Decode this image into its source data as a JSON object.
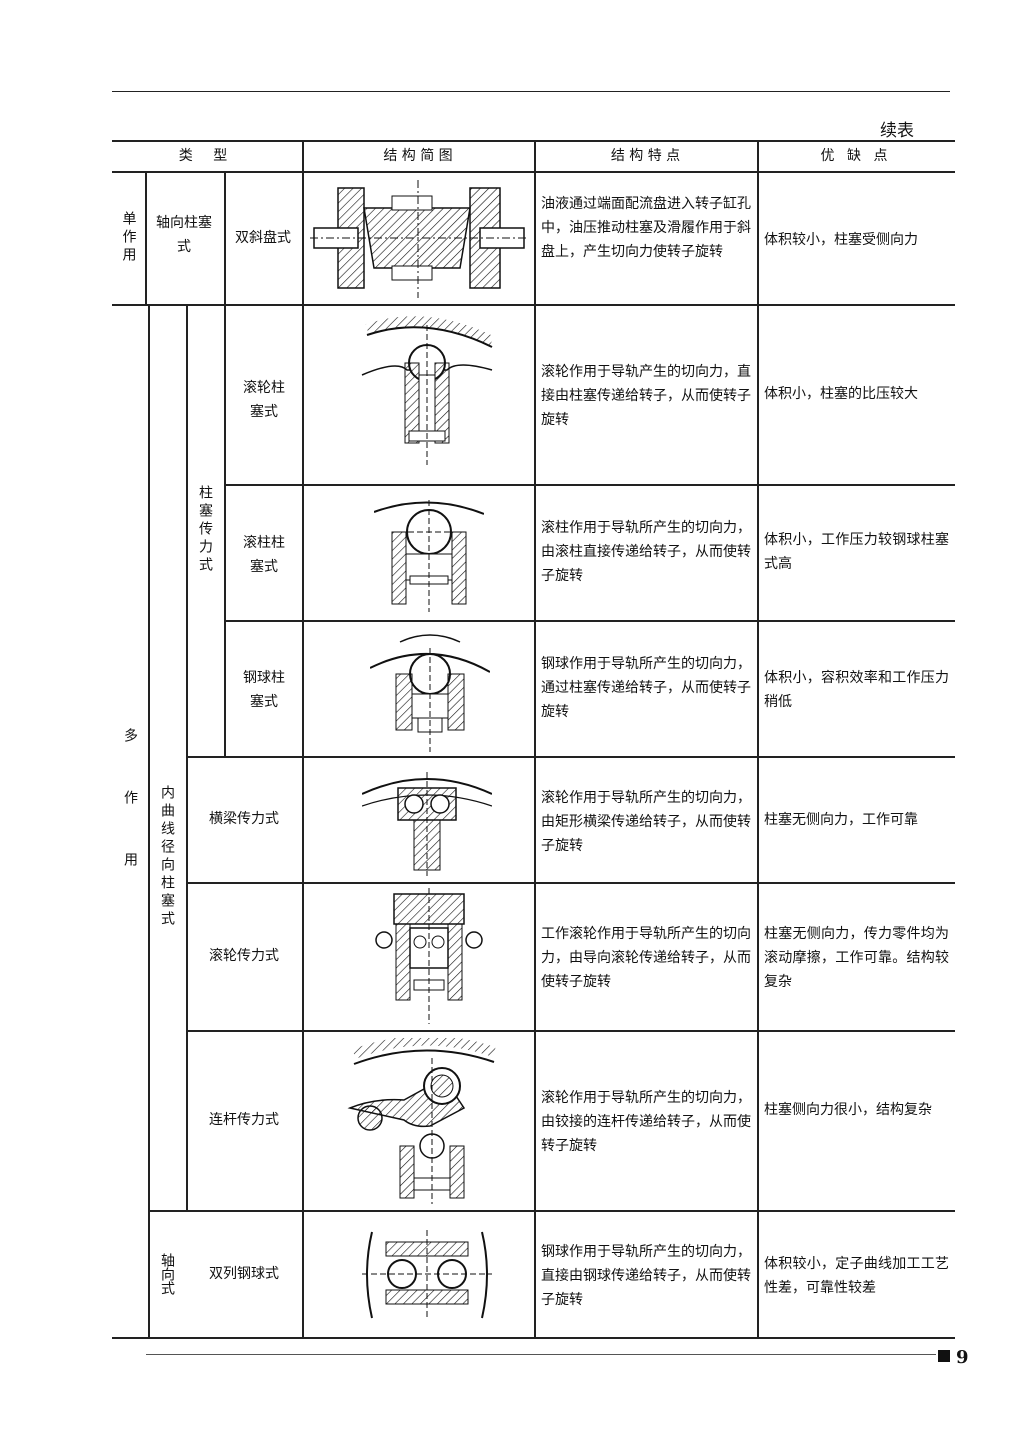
{
  "continued_label": "续表",
  "header": {
    "type": "类 型",
    "diagram": "结 构 简 图",
    "feature": "结 构 特 点",
    "pros_cons": "优 缺 点"
  },
  "groups": {
    "single": "单作用",
    "multi": "多作用",
    "axial_plunger": "轴向柱塞式",
    "inner_curve": "内曲线径向柱塞式",
    "plunger_transmit": "柱塞传力式",
    "axial": "轴向式"
  },
  "rows": [
    {
      "type": "双斜盘式",
      "feature": "油液通过端面配流盘进入转子缸孔中，油压推动柱塞及滑履作用于斜盘上，产生切向力使转子旋转",
      "pros_cons": "体积较小，柱塞受侧向力"
    },
    {
      "type": "滚轮柱塞式",
      "feature": "滚轮作用于导轨产生的切向力，直接由柱塞传递给转子，从而使转子旋转",
      "pros_cons": "体积小，柱塞的比压较大"
    },
    {
      "type": "滚柱柱塞式",
      "feature": "滚柱作用于导轨所产生的切向力，由滚柱直接传递给转子，从而使转子旋转",
      "pros_cons": "体积小，工作压力较钢球柱塞式高"
    },
    {
      "type": "钢球柱塞式",
      "feature": "钢球作用于导轨所产生的切向力，通过柱塞传递给转子，从而使转子旋转",
      "pros_cons": "体积小，容积效率和工作压力稍低"
    },
    {
      "type": "横梁传力式",
      "feature": "滚轮作用于导轨所产生的切向力，由矩形横梁传递给转子，从而使转子旋转",
      "pros_cons": "柱塞无侧向力，工作可靠"
    },
    {
      "type": "滚轮传力式",
      "feature": "工作滚轮作用于导轨所产生的切向力，由导向滚轮传递给转子，从而使转子旋转",
      "pros_cons": "柱塞无侧向力，传力零件均为滚动摩擦，工作可靠。结构较复杂"
    },
    {
      "type": "连杆传力式",
      "feature": "滚轮作用于导轨所产生的切向力，由铰接的连杆传递给转子，从而使转子旋转",
      "pros_cons": "柱塞侧向力很小，结构复杂"
    },
    {
      "type": "双列钢球式",
      "feature": "钢球作用于导轨所产生的切向力，直接由钢球传递给转子，从而使转子旋转",
      "pros_cons": "体积较小，定子曲线加工工艺性差，可靠性较差"
    }
  ],
  "page_number": "9"
}
